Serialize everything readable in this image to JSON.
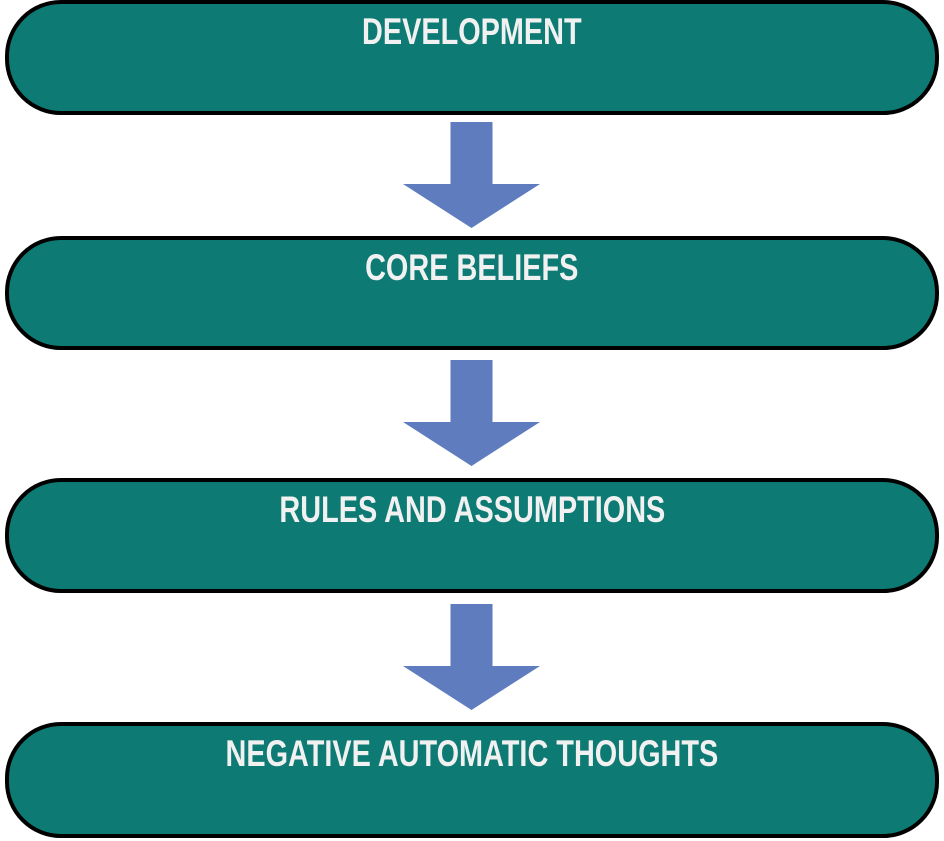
{
  "diagram": {
    "type": "flowchart-vertical",
    "colors": {
      "box_fill": "#0E7A74",
      "box_border": "#000000",
      "arrow_fill": "#5F7DBE",
      "label_text": "#F1F1F1"
    },
    "nodes": [
      {
        "label": "DEVELOPMENT"
      },
      {
        "label": "CORE BELIEFS"
      },
      {
        "label": "RULES AND ASSUMPTIONS"
      },
      {
        "label": "NEGATIVE AUTOMATIC THOUGHTS"
      }
    ],
    "connector": {
      "icon": "down-block-arrow",
      "direction": "down",
      "count": 3
    }
  }
}
